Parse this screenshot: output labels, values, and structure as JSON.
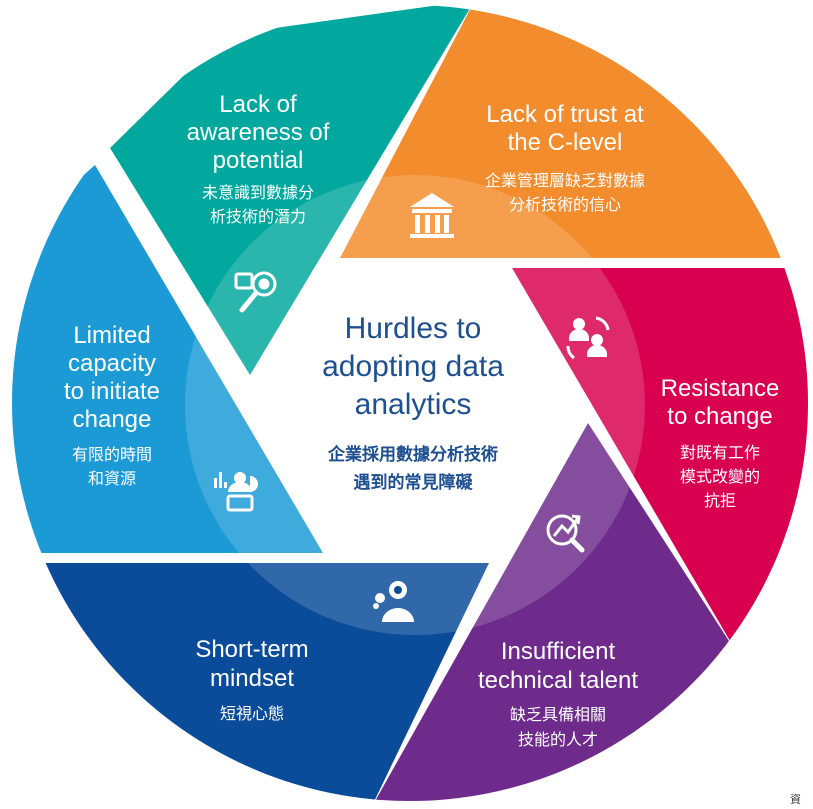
{
  "diagram": {
    "center": {
      "title_lines": [
        "Hurdles to",
        "adopting data",
        "analytics"
      ],
      "subtitle_lines": [
        "企業採用數據分析技術",
        "遇到的常見障礙"
      ]
    },
    "segments": [
      {
        "key": "awareness",
        "icon": "magnifier-gear-icon",
        "color": "#02a89e",
        "title_lines": [
          "Lack of",
          "awareness of",
          "potential"
        ],
        "subtitle_lines": [
          "未意識到數據分",
          "析技術的潛力"
        ]
      },
      {
        "key": "trust",
        "icon": "bank-building-icon",
        "color": "#f28c2d",
        "title_lines": [
          "Lack of trust at",
          "the C-level"
        ],
        "subtitle_lines": [
          "企業管理層缺乏對數據",
          "分析技術的信心"
        ]
      },
      {
        "key": "resistance",
        "icon": "people-exchange-icon",
        "color": "#d8004f",
        "title_lines": [
          "Resistance",
          "to change"
        ],
        "subtitle_lines": [
          "對既有工作",
          "模式改變的",
          "抗拒"
        ]
      },
      {
        "key": "talent",
        "icon": "analytics-growth-icon",
        "color": "#6e2b8c",
        "title_lines": [
          "Insufficient",
          "technical talent"
        ],
        "subtitle_lines": [
          "缺乏具備相關",
          "技能的人才"
        ]
      },
      {
        "key": "shortterm",
        "icon": "thinking-person-icon",
        "color": "#0a4c9a",
        "title_lines": [
          "Short-term",
          "mindset"
        ],
        "subtitle_lines": [
          "短視心態"
        ]
      },
      {
        "key": "capacity",
        "icon": "team-laptop-icon",
        "color": "#1b9ad6",
        "title_lines": [
          "Limited",
          "capacity",
          "to initiate",
          "change"
        ],
        "subtitle_lines": [
          "有限的時間",
          "和資源"
        ]
      }
    ],
    "source_note": "資"
  }
}
